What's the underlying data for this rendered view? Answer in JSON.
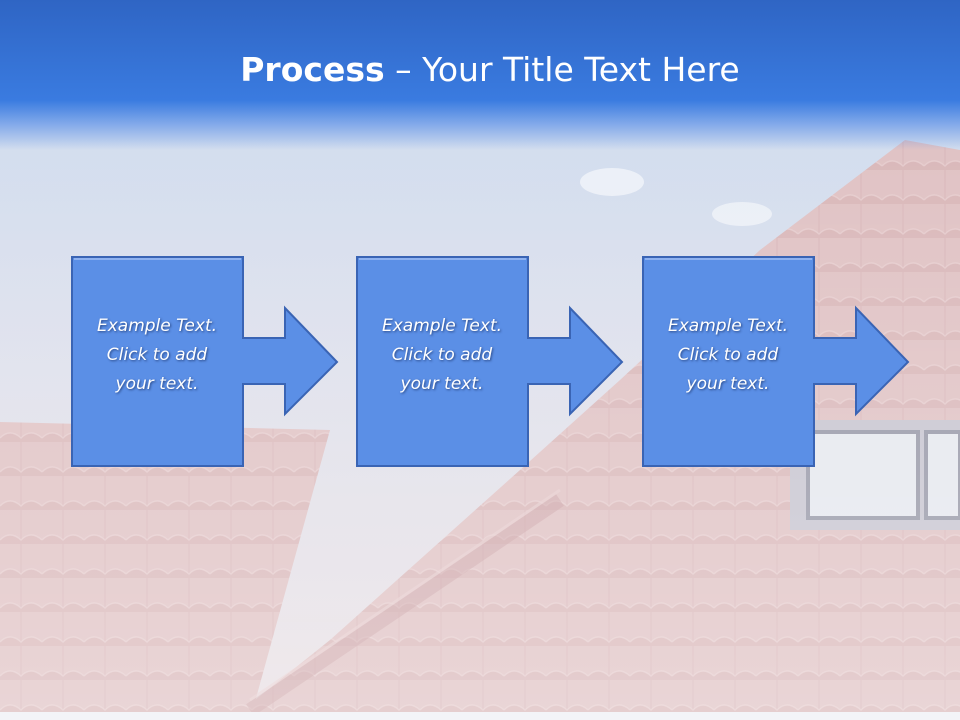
{
  "slide": {
    "title_bold": "Process",
    "title_rest": " – Your Title Text Here"
  },
  "steps": [
    {
      "line1": "Example Text.",
      "line2": "Click  to add",
      "line3": "your text."
    },
    {
      "line1": "Example Text.",
      "line2": "Click  to add",
      "line3": "your text."
    },
    {
      "line1": "Example Text.",
      "line2": "Click  to add",
      "line3": "your text."
    }
  ],
  "colors": {
    "title_band": "#3a7be0",
    "step_fill": "#5b8fe6",
    "step_border": "#3a64b4",
    "roof_tiles": "#d7a8a8",
    "sky": "#c5d6ec"
  },
  "background": {
    "image_subject": "red roof tiles under blue sky with dormer window"
  }
}
